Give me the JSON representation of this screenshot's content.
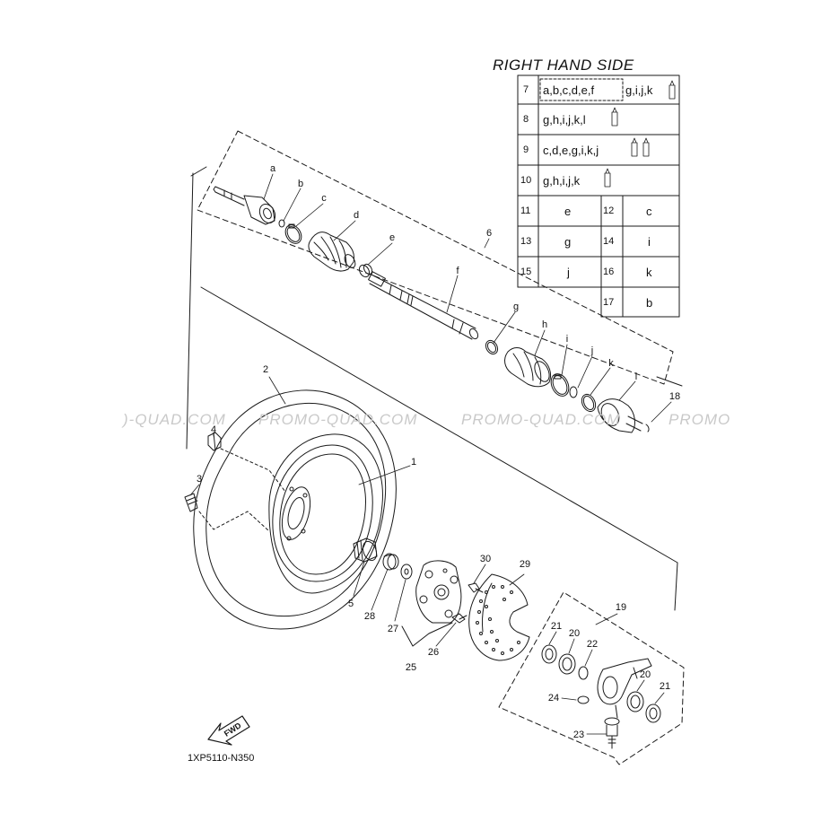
{
  "diagram": {
    "code": "1XP5110-N350",
    "fwd_label": "FWD",
    "watermark": "PROMO-QUAD.COM",
    "watermark_left_fragment": ")-QUAD.COM",
    "watermark_right_fragment": "PROMO",
    "colors": {
      "line": "#1a1a1a",
      "watermark": "#c9c9c9"
    },
    "callouts": {
      "c1": "1",
      "c2": "2",
      "c3": "3",
      "c4": "4",
      "c5": "5",
      "c6": "6",
      "c18": "18",
      "c19": "19",
      "c20a": "20",
      "c20b": "20",
      "c21a": "21",
      "c21b": "21",
      "c22": "22",
      "c23": "23",
      "c24": "24",
      "c25": "25",
      "c26": "26",
      "c27": "27",
      "c28": "28",
      "c29": "29",
      "c30": "30",
      "la": "a",
      "lb": "b",
      "lc": "c",
      "ld": "d",
      "le": "e",
      "lf": "f",
      "lg": "g",
      "lh": "h",
      "li": "i",
      "lj": "j",
      "lk": "k",
      "ll": "l"
    }
  },
  "table": {
    "title": "RIGHT HAND SIDE",
    "rows": [
      {
        "num": "7",
        "dashed": "a,b,c,d,e,f",
        "rest": "g,i,j,k"
      },
      {
        "num": "8",
        "text": "g,h,i,j,k,l"
      },
      {
        "num": "9",
        "text": "c,d,e,g,i,k,j"
      },
      {
        "num": "10",
        "text": "g,h,i,j,k"
      }
    ],
    "grid": [
      {
        "n1": "11",
        "v1": "e",
        "n2": "12",
        "v2": "c"
      },
      {
        "n1": "13",
        "v1": "g",
        "n2": "14",
        "v2": "i"
      },
      {
        "n1": "15",
        "v1": "j",
        "n2": "16",
        "v2": "k"
      }
    ],
    "last": {
      "num": "17",
      "value": "b"
    }
  }
}
